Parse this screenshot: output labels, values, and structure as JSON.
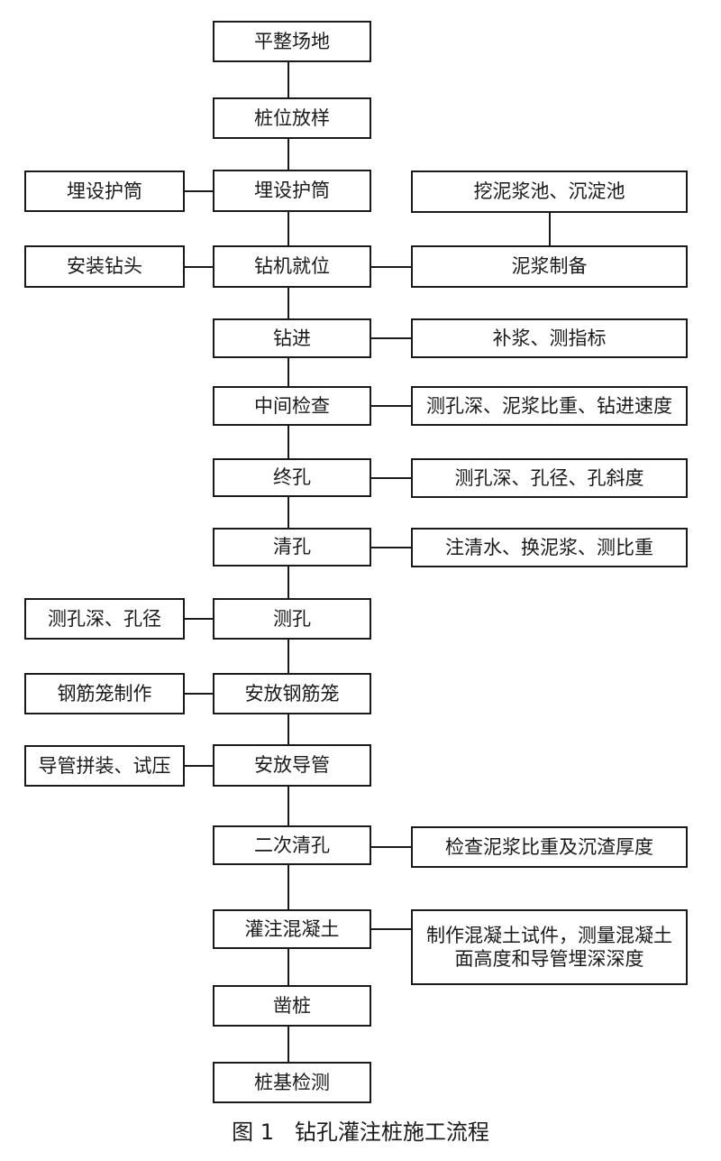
{
  "flowchart": {
    "main_steps": [
      "平整场地",
      "桩位放样",
      "埋设护筒",
      "钻机就位",
      "钻进",
      "中间检查",
      "终孔",
      "清孔",
      "测孔",
      "安放钢筋笼",
      "安放导管",
      "二次清孔",
      "灌注混凝土",
      "凿桩",
      "桩基检测"
    ],
    "left_steps": [
      "埋设护筒",
      "安装钻头",
      "测孔深、孔径",
      "钢筋笼制作",
      "导管拼装、试压"
    ],
    "right_steps": [
      "挖泥浆池、沉淀池",
      "泥浆制备",
      "补浆、测指标",
      "测孔深、泥浆比重、钻进速度",
      "测孔深、孔径、孔斜度",
      "注清水、换泥浆、测比重",
      "检查泥浆比重及沉渣厚度",
      "制作混凝土试件，测量混凝土面高度和导管埋深深度"
    ]
  },
  "caption": "图 1   钻孔灌注桩施工流程"
}
